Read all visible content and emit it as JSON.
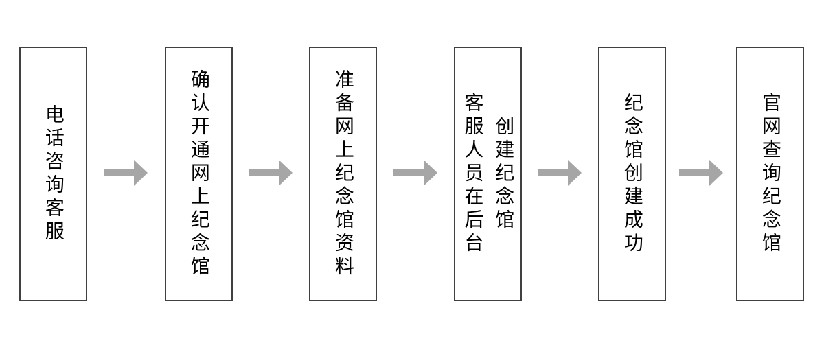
{
  "flowchart": {
    "title": "online-memorial-hall-creation-process",
    "steps": [
      {
        "lines": [
          "电话咨询客服"
        ]
      },
      {
        "lines": [
          "确认开通网上纪念馆"
        ]
      },
      {
        "lines": [
          "准备网上纪念馆资料"
        ]
      },
      {
        "lines": [
          "客服人员在后台",
          "创建纪念馆"
        ]
      },
      {
        "lines": [
          "纪念馆创建成功"
        ]
      },
      {
        "lines": [
          "官网查询纪念馆"
        ]
      }
    ],
    "colors": {
      "box_border": "#404040",
      "arrow": "#a6a6a6",
      "text": "#000000",
      "background": "#ffffff"
    }
  }
}
